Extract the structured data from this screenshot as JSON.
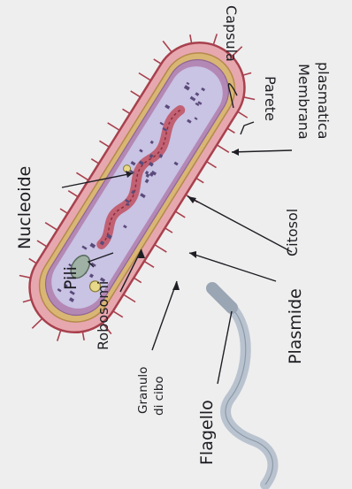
{
  "labels": {
    "capsula": "Capsula",
    "parete": "Parete",
    "membrana_1": "Membrana",
    "membrana_2": "plasmatica",
    "nucleoide": "Nucleoide",
    "pili": "Pili",
    "citosol": "Citosol",
    "robosomi": "Robosomi",
    "plasmide": "Plasmide",
    "granulo_1": "Granulo",
    "granulo_2": "di cibo",
    "flagello": "Flagello"
  },
  "colors": {
    "paper": "#eeeeee",
    "capsule": "#e7a7ae",
    "capsule_edge": "#a8404d",
    "wall": "#d9b673",
    "membrane": "#b488b5",
    "cytosol": "#c9c3e4",
    "nucleoid": "#c0505f",
    "flagellum": "#b9c3cf",
    "ink": "#1e1e24"
  }
}
